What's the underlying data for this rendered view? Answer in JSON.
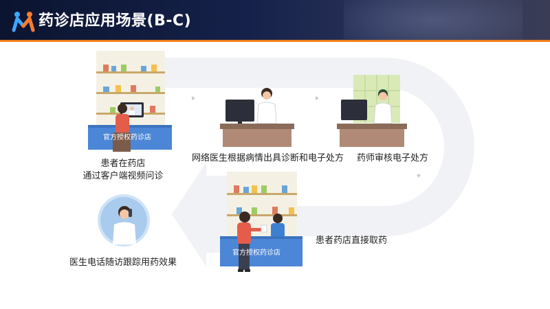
{
  "header": {
    "title": "药诊店应用场景(B-C)"
  },
  "steps": {
    "patient_at_pharmacy": {
      "line1": "患者在药店",
      "line2": "通过客户端视频问诊"
    },
    "doctor_prescribes": "网络医生根据病情出具诊断和电子处方",
    "pharmacist_reviews": "药师审核电子处方",
    "patient_gets_medicine": "患者药店直接取药",
    "doctor_followup": "医生电话随访跟踪用药效果"
  },
  "store_signs": {
    "top_left": "官方授权药诊店",
    "bottom_center": "官方授权药诊店"
  },
  "colors": {
    "accent": "#f07d1a",
    "counter_blue": "#4c86d6",
    "flow_gray": "#eef0f3"
  }
}
